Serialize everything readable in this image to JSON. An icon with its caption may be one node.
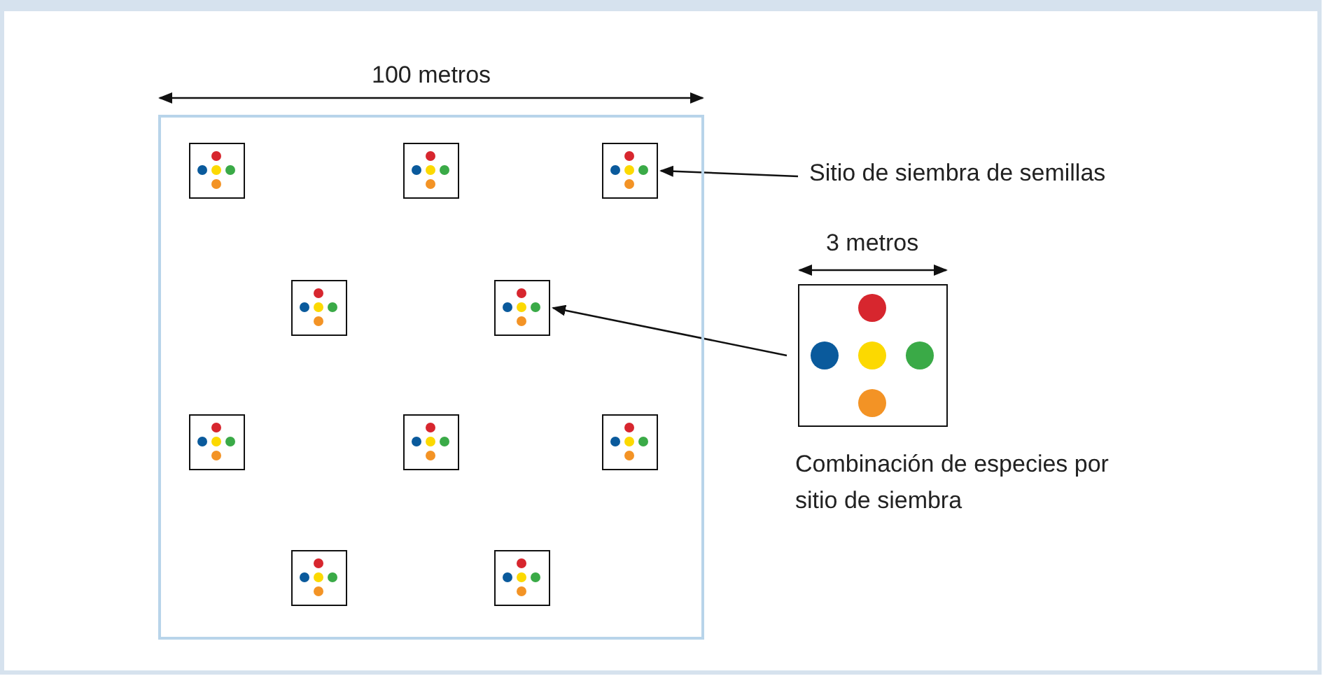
{
  "diagram": {
    "nodes": [
      {
        "text": [],
        "shape": "box"
      },
      {
        "text": [],
        "shape": "box",
        "in": 0
      },
      {
        "text": [],
        "shape": "box",
        "in": 0
      },
      {
        "text": [],
        "shape": "box",
        "in": 0
      },
      {
        "text": [],
        "shape": "box",
        "in": 0
      },
      {
        "text": [],
        "shape": "box",
        "in": 0
      },
      {
        "text": [],
        "shape": "box",
        "in": 0
      },
      {
        "text": [],
        "shape": "box",
        "in": 0
      },
      {
        "text": [],
        "shape": "box",
        "in": 0
      },
      {
        "text": [],
        "shape": "box",
        "in": 0
      },
      {
        "text": [],
        "shape": "box",
        "in": 0
      },
      {
        "text": [
          "Sitio de siembra de semillas"
        ]
      },
      {
        "text": [],
        "shape": "box",
        "beside": [
          "Combinación de especies por sitio de siembra"
        ]
      }
    ],
    "edges": [
      {
        "from": 11,
        "to": 3,
        "arrow": "to"
      },
      {
        "from": 12,
        "to": 5,
        "arrow": "to"
      }
    ],
    "labels": [
      "100 metros",
      "3 metros"
    ]
  }
}
